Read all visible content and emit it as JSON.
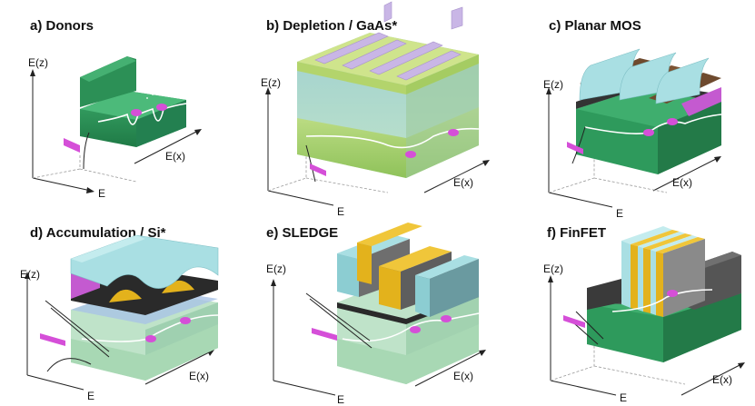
{
  "panels": [
    {
      "title": "a) Donors",
      "ez": "E(z)",
      "ex": "E(x)",
      "e": "E"
    },
    {
      "title": "b) Depletion / GaAs*",
      "ez": "E(z)",
      "ex": "E(x)",
      "e": "E"
    },
    {
      "title": "c) Planar MOS",
      "ez": "E(z)",
      "ex": "E(x)",
      "e": "E"
    },
    {
      "title": "d) Accumulation / Si*",
      "ez": "E(z)",
      "ex": "E(x)",
      "e": "E"
    },
    {
      "title": "e) SLEDGE",
      "ez": "E(z)",
      "ex": "E(x)",
      "e": "E"
    },
    {
      "title": "f) FinFET",
      "ez": "E(z)",
      "ex": "E(x)",
      "e": "E"
    }
  ],
  "colors": {
    "substrate_green": "#2e9a5c",
    "gate_purple": "#c9b6e6",
    "gate_cyan": "#a9dfe3",
    "gate_gold": "#e3b21c",
    "wavefunction_magenta": "#d54fd8",
    "gaas_lime": "#b6d96a"
  }
}
